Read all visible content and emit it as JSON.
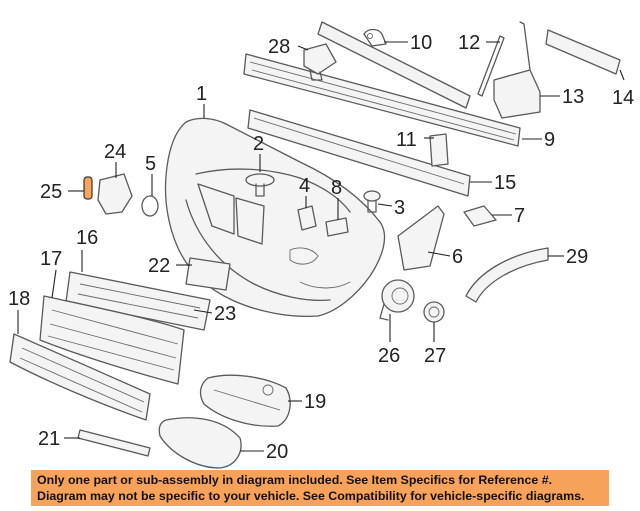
{
  "callouts": [
    {
      "num": "1"
    },
    {
      "num": "2"
    },
    {
      "num": "3"
    },
    {
      "num": "4"
    },
    {
      "num": "5"
    },
    {
      "num": "6"
    },
    {
      "num": "7"
    },
    {
      "num": "8"
    },
    {
      "num": "9"
    },
    {
      "num": "10"
    },
    {
      "num": "11"
    },
    {
      "num": "12"
    },
    {
      "num": "13"
    },
    {
      "num": "14"
    },
    {
      "num": "15"
    },
    {
      "num": "16"
    },
    {
      "num": "17"
    },
    {
      "num": "18"
    },
    {
      "num": "19"
    },
    {
      "num": "20"
    },
    {
      "num": "21"
    },
    {
      "num": "22"
    },
    {
      "num": "23"
    },
    {
      "num": "24"
    },
    {
      "num": "25"
    },
    {
      "num": "26"
    },
    {
      "num": "27"
    },
    {
      "num": "28"
    },
    {
      "num": "29"
    }
  ],
  "highlight_color": "#f5a65b",
  "disclaimer": {
    "line1": "Only one part or sub-assembly in diagram included. See Item Specifics for Reference #.",
    "line2": "Diagram may not be specific to your vehicle. See Compatibility for vehicle-specific diagrams.",
    "background": "#f6a25b"
  }
}
